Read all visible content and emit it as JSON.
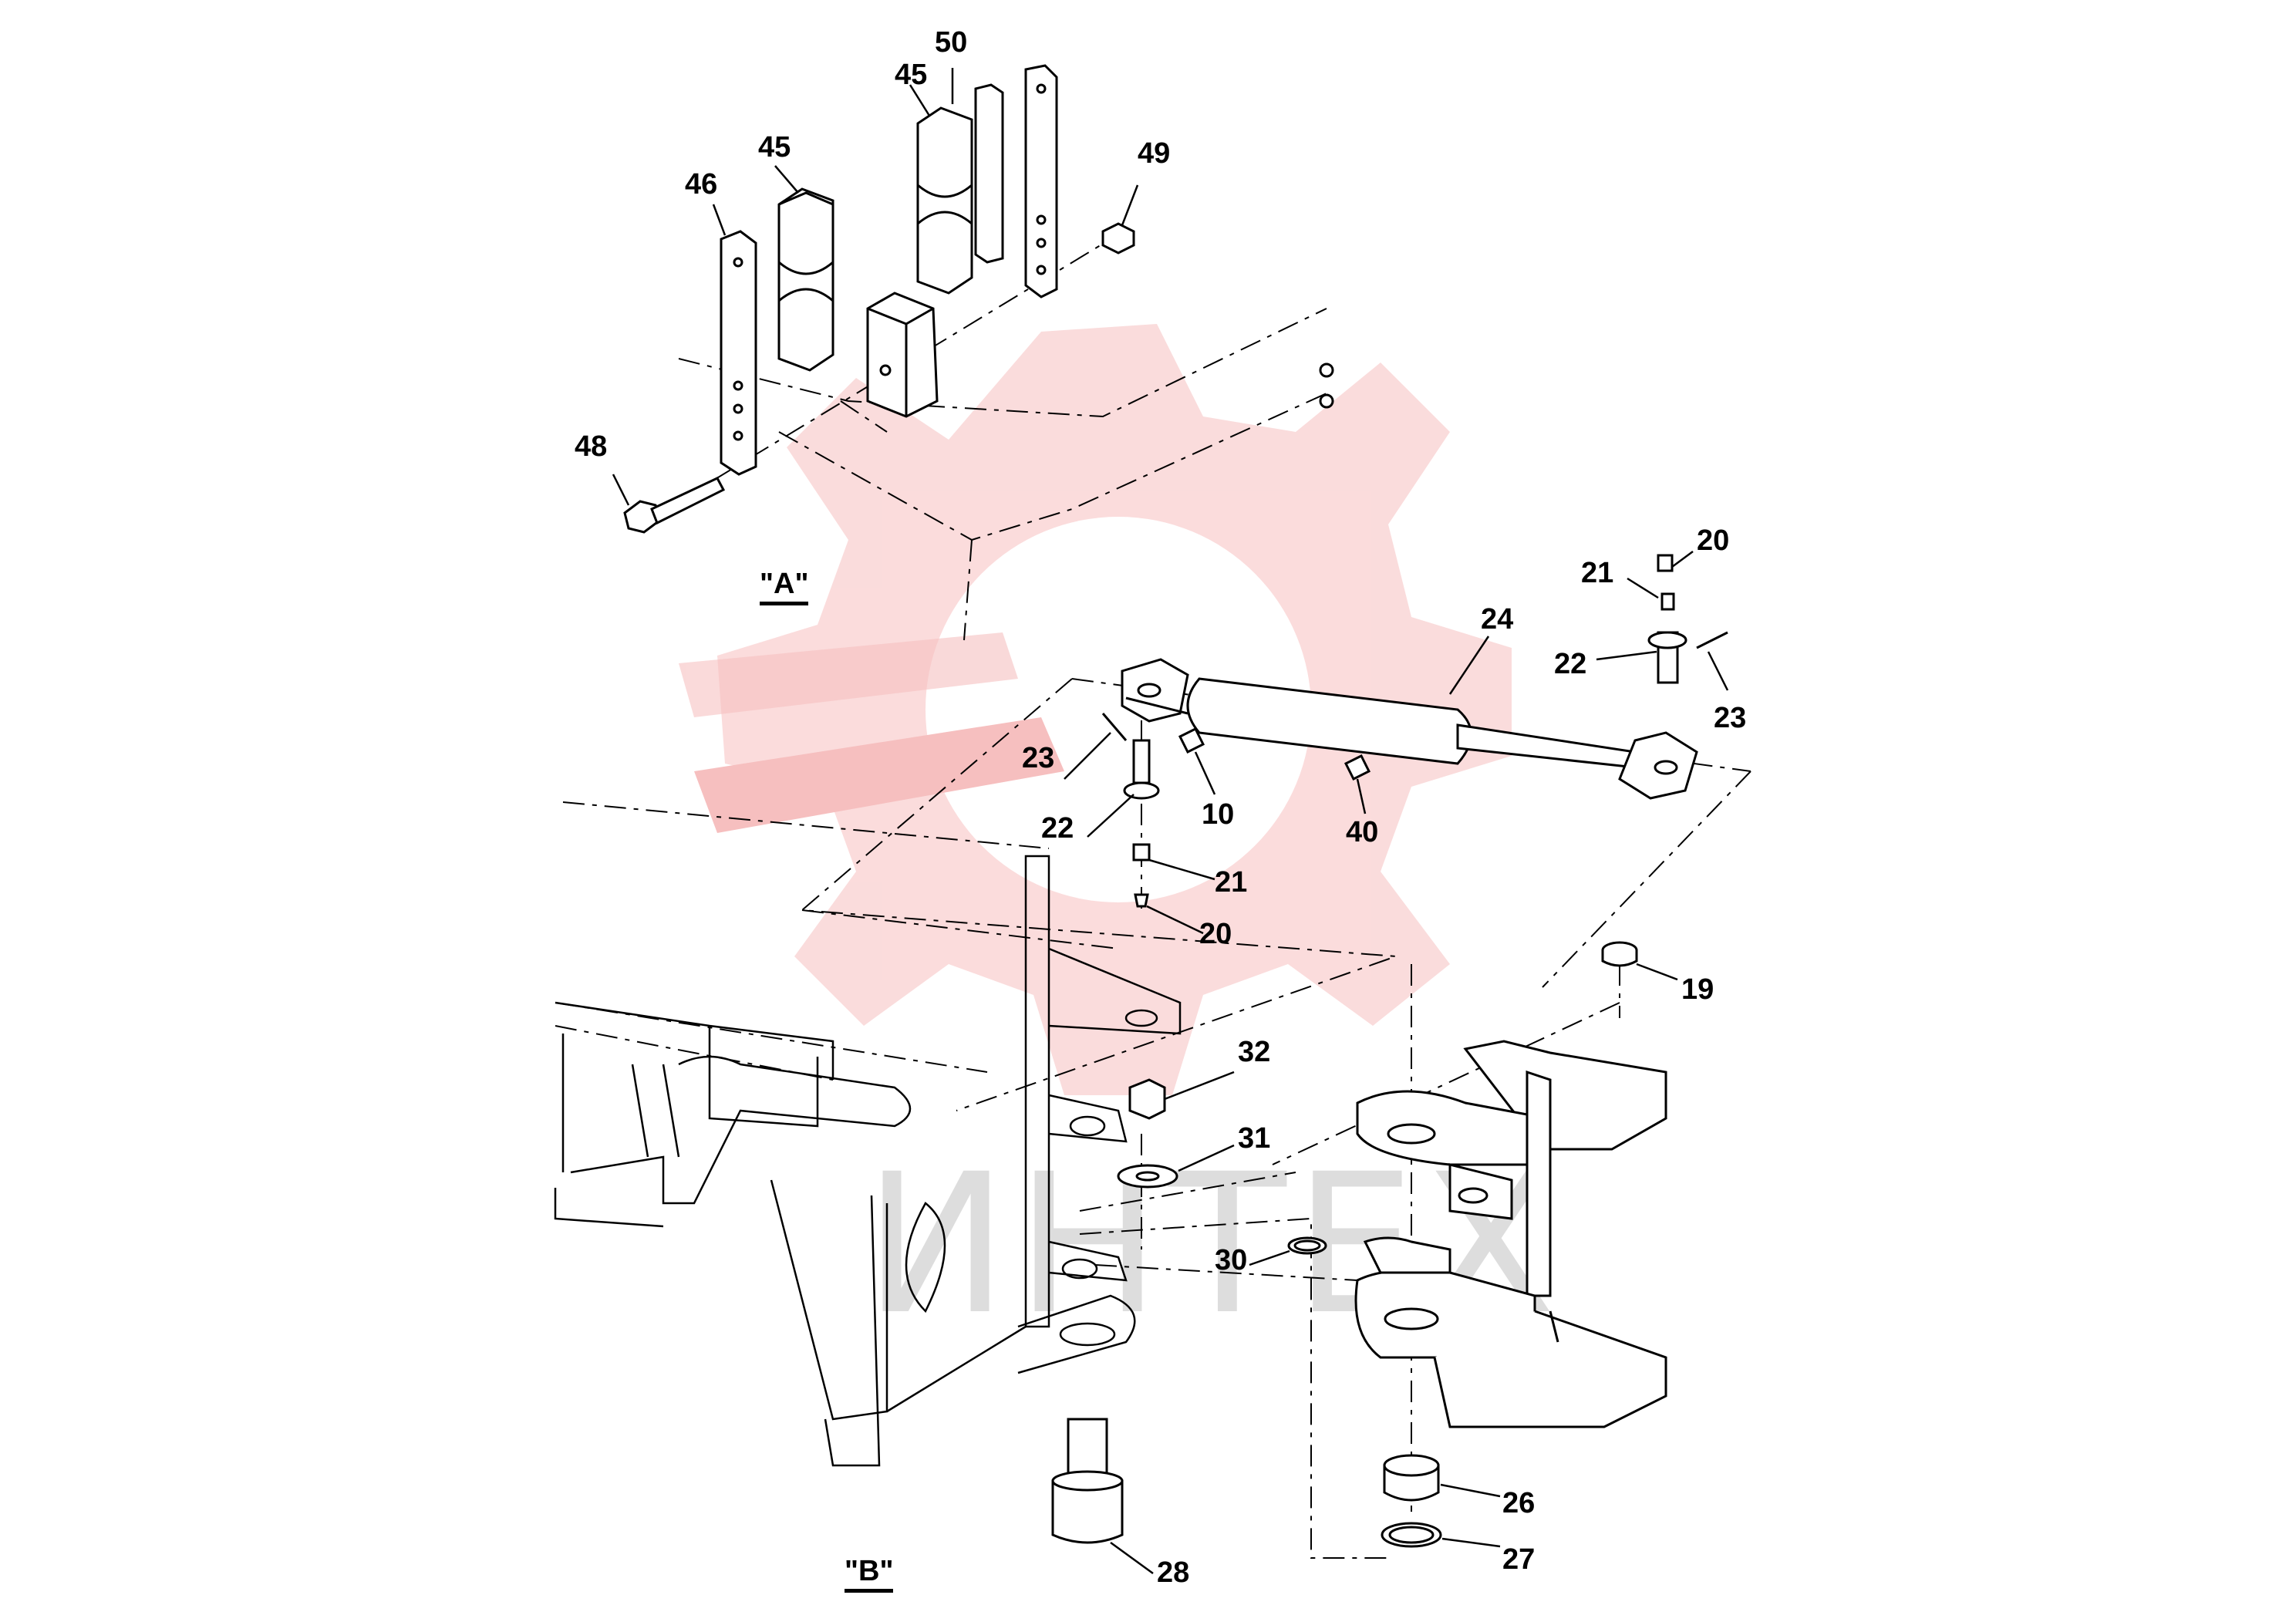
{
  "view_labels": {
    "a": "\"A\"",
    "b": "\"B\""
  },
  "watermark": {
    "text": "ИНТЕХ",
    "color": "#f5b5b5",
    "icon": "gear-icon"
  },
  "callouts": [
    {
      "id": "c50",
      "text": "50"
    },
    {
      "id": "c45a",
      "text": "45"
    },
    {
      "id": "c45b",
      "text": "45"
    },
    {
      "id": "c46",
      "text": "46"
    },
    {
      "id": "c49",
      "text": "49"
    },
    {
      "id": "c48",
      "text": "48"
    },
    {
      "id": "c20a",
      "text": "20"
    },
    {
      "id": "c21a",
      "text": "21"
    },
    {
      "id": "c24",
      "text": "24"
    },
    {
      "id": "c22a",
      "text": "22"
    },
    {
      "id": "c23a",
      "text": "23"
    },
    {
      "id": "c23b",
      "text": "23"
    },
    {
      "id": "c22b",
      "text": "22"
    },
    {
      "id": "c10",
      "text": "10"
    },
    {
      "id": "c40",
      "text": "40"
    },
    {
      "id": "c21b",
      "text": "21"
    },
    {
      "id": "c20b",
      "text": "20"
    },
    {
      "id": "c19",
      "text": "19"
    },
    {
      "id": "c32",
      "text": "32"
    },
    {
      "id": "c31",
      "text": "31"
    },
    {
      "id": "c30",
      "text": "30"
    },
    {
      "id": "c26",
      "text": "26"
    },
    {
      "id": "c27",
      "text": "27"
    },
    {
      "id": "c28",
      "text": "28"
    }
  ]
}
